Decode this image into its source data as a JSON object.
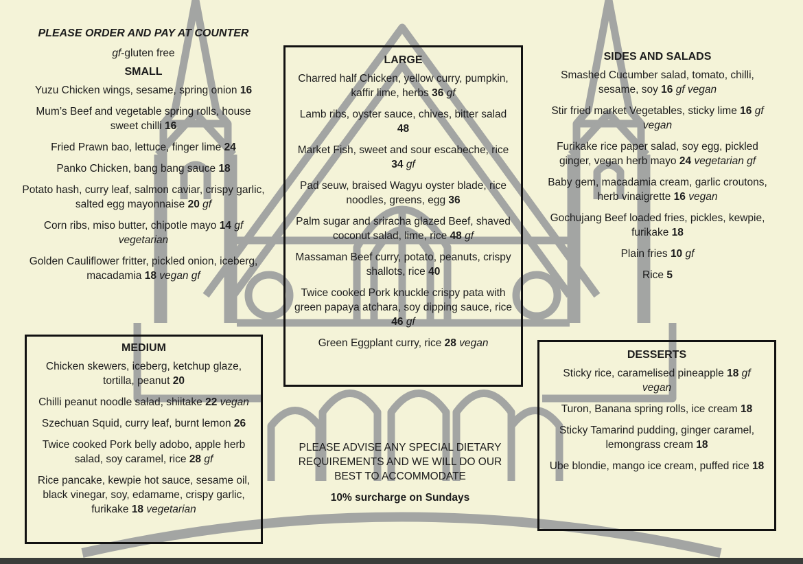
{
  "header": {
    "notice": "PLEASE ORDER AND PAY AT COUNTER",
    "gf_abbrev": "gf",
    "gf_meaning": "-gluten free"
  },
  "small": {
    "title": "SMALL",
    "items": [
      {
        "name": "Yuzu Chicken wings, sesame, spring onion",
        "price": "16",
        "tags": ""
      },
      {
        "name": "Mum’s Beef and vegetable spring rolls, house sweet chilli",
        "price": "16",
        "tags": ""
      },
      {
        "name": "Fried Prawn bao, lettuce, finger lime",
        "price": "24",
        "tags": ""
      },
      {
        "name": "Panko Chicken, bang bang sauce",
        "price": "18",
        "tags": ""
      },
      {
        "name": "Potato hash, curry leaf, salmon caviar, crispy garlic, salted egg mayonnaise",
        "price": "20",
        "tags": "gf"
      },
      {
        "name": "Corn ribs, miso butter, chipotle mayo",
        "price": "14",
        "tags": "gf vegetarian"
      },
      {
        "name": "Golden Cauliflower fritter, pickled onion, iceberg, macadamia",
        "price": "18",
        "tags": "vegan gf"
      }
    ]
  },
  "medium": {
    "title": "MEDIUM",
    "items": [
      {
        "name": "Chicken skewers, iceberg, ketchup glaze, tortilla, peanut",
        "price": "20",
        "tags": ""
      },
      {
        "name": "Chilli peanut noodle salad, shiitake",
        "price": "22",
        "tags": "vegan"
      },
      {
        "name": "Szechuan Squid, curry leaf, burnt lemon",
        "price": "26",
        "tags": ""
      },
      {
        "name": "Twice cooked Pork belly adobo, apple herb salad, soy caramel, rice",
        "price": "28",
        "tags": "gf"
      },
      {
        "name": "Rice pancake, kewpie hot sauce, sesame oil, black vinegar, soy, edamame, crispy garlic, furikake",
        "price": "18",
        "tags": "vegetarian"
      }
    ]
  },
  "large": {
    "title": "LARGE",
    "items": [
      {
        "name": "Charred half Chicken, yellow curry, pumpkin, kaffir lime, herbs",
        "price": "36",
        "tags": "gf"
      },
      {
        "name": "Lamb ribs, oyster sauce, chives, bitter salad",
        "price": "48",
        "tags": ""
      },
      {
        "name": "Market Fish, sweet and sour escabeche, rice",
        "price": "34",
        "tags": "gf"
      },
      {
        "name": "Pad seuw, braised Wagyu oyster blade, rice noodles, greens, egg",
        "price": "36",
        "tags": ""
      },
      {
        "name": "Palm sugar and sriracha glazed Beef, shaved coconut salad, lime, rice",
        "price": "48",
        "tags": "gf"
      },
      {
        "name": "Massaman Beef curry, potato, peanuts, crispy shallots, rice",
        "price": "40",
        "tags": ""
      },
      {
        "name": "Twice cooked Pork knuckle crispy pata with green papaya atchara, soy dipping sauce, rice",
        "price": "46",
        "tags": "gf"
      },
      {
        "name": "Green Eggplant curry, rice",
        "price": "28",
        "tags": "vegan"
      }
    ]
  },
  "sides": {
    "title": "SIDES AND SALADS",
    "items": [
      {
        "name": "Smashed Cucumber salad, tomato, chilli, sesame, soy",
        "price": "16",
        "tags": "gf vegan"
      },
      {
        "name": "Stir fried market Vegetables, sticky lime",
        "price": "16",
        "tags": "gf vegan"
      },
      {
        "name": "Furikake rice paper salad, soy egg, pickled ginger, vegan herb mayo",
        "price": "24",
        "tags": "vegetarian gf"
      },
      {
        "name": "Baby gem, macadamia cream, garlic croutons, herb vinaigrette",
        "price": "16",
        "tags": "vegan"
      },
      {
        "name": "Gochujang Beef loaded fries, pickles, kewpie, furikake",
        "price": "18",
        "tags": ""
      },
      {
        "name": "Plain fries",
        "price": "10",
        "tags": "gf"
      },
      {
        "name": "Rice",
        "price": "5",
        "tags": ""
      }
    ]
  },
  "desserts": {
    "title": "DESSERTS",
    "items": [
      {
        "name": "Sticky rice, caramelised pineapple",
        "price": "18",
        "tags": "gf vegan"
      },
      {
        "name": "Turon, Banana spring rolls, ice cream",
        "price": "18",
        "tags": ""
      },
      {
        "name": "Sticky Tamarind pudding, ginger caramel, lemongrass cream",
        "price": "18",
        "tags": ""
      },
      {
        "name": "Ube blondie, mango ice cream, puffed rice",
        "price": "18",
        "tags": ""
      }
    ]
  },
  "footer": {
    "advise": "PLEASE ADVISE ANY SPECIAL DIETARY REQUIREMENTS AND WE WILL DO OUR BEST TO ACCOMMODATE",
    "surcharge": "10% surcharge on Sundays"
  },
  "colors": {
    "background": "#f4f3d8",
    "church_drawing": "#9a9c9a",
    "frame": "#111111"
  }
}
